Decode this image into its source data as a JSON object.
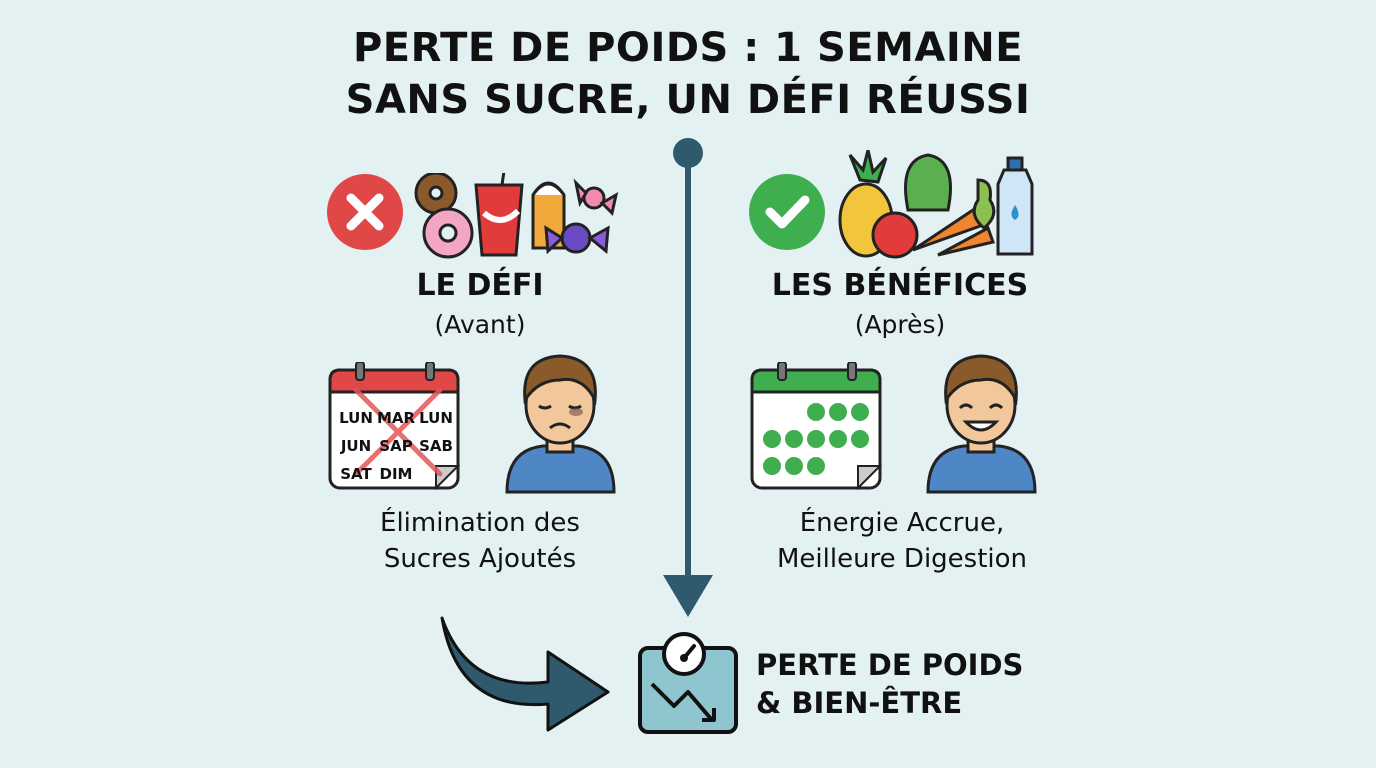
{
  "title": {
    "line1": "PERTE DE POIDS : 1 SEMAINE",
    "line2": "SANS SUCRE, UN DÉFI RÉUSSI"
  },
  "left": {
    "heading": "LE DÉFI",
    "subheading": "(Avant)",
    "status_icon": "cross-icon",
    "status_color": "#e04848",
    "calendar_days": [
      "LUN",
      "MAR",
      "LUN",
      "JUN",
      "SAP",
      "SAB",
      "SAT",
      "DIM"
    ],
    "caption": {
      "line1": "Élimination des",
      "line2": "Sucres Ajoutés"
    }
  },
  "right": {
    "heading": "LES BÉNÉFICES",
    "subheading": "(Après)",
    "status_icon": "check-icon",
    "status_color": "#3fae4f",
    "caption": {
      "line1": "Énergie Accrue,",
      "line2": "Meilleure Digestion"
    }
  },
  "result": {
    "line1": "PERTE DE POIDS",
    "line2": "& BIEN-ÊTRE"
  },
  "colors": {
    "background": "#e4f1f3",
    "accent": "#2f5a6e",
    "scale": "#8ec5cf"
  }
}
